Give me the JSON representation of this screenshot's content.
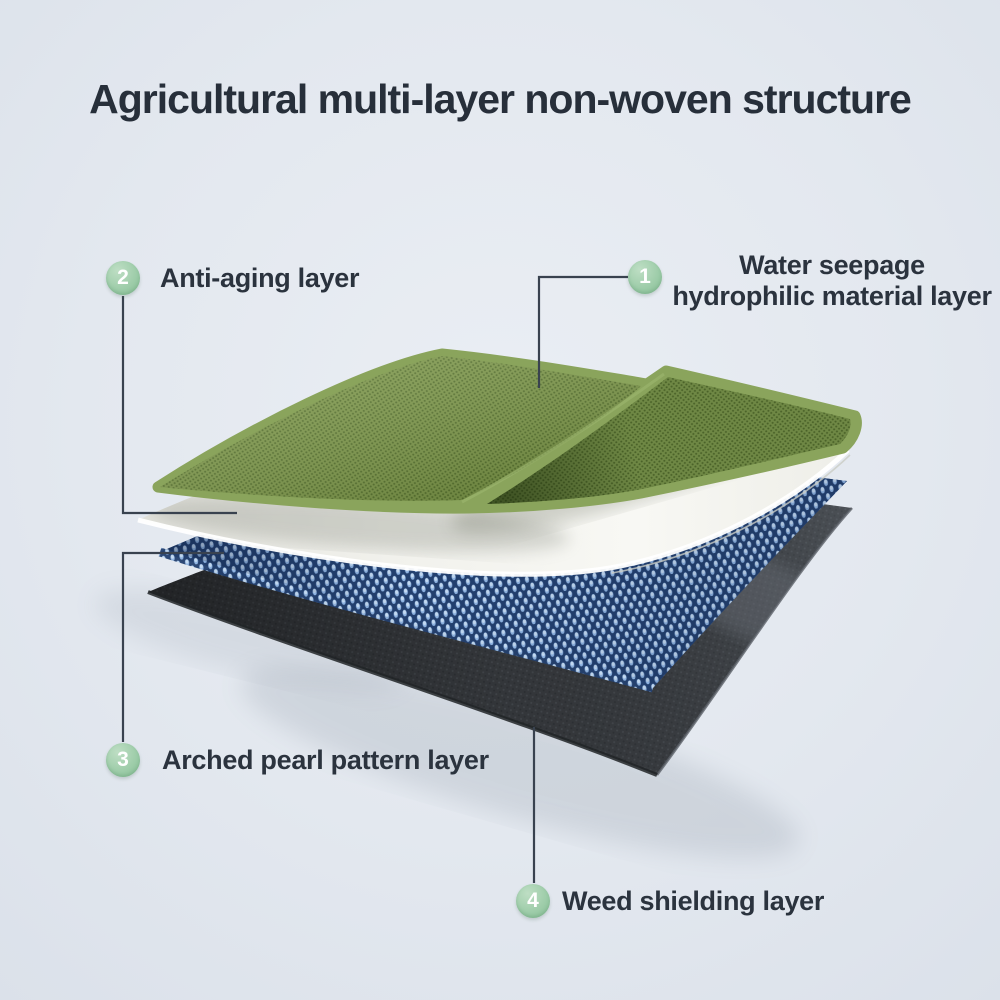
{
  "title": "Agricultural multi-layer non-woven structure",
  "callouts": [
    {
      "number": "1",
      "label": "Water seepage hydrophilic material layer",
      "lines": [
        "Water seepage",
        "hydrophilic material layer"
      ]
    },
    {
      "number": "2",
      "label": "Anti-aging layer"
    },
    {
      "number": "3",
      "label": "Arched pearl pattern layer"
    },
    {
      "number": "4",
      "label": "Weed shielding layer"
    }
  ],
  "layers": [
    {
      "name": "Water seepage hydrophilic material layer",
      "position": "top",
      "color": "#7f9950"
    },
    {
      "name": "Anti-aging layer",
      "position": "second",
      "color": "#f3f3ee"
    },
    {
      "name": "Arched pearl pattern layer",
      "position": "third",
      "color": "#7fa5d8"
    },
    {
      "name": "Weed shielding layer",
      "position": "bottom",
      "color": "#36393d"
    }
  ],
  "colors": {
    "background": "#e3e8ef",
    "title_text": "#272f3a",
    "label_text": "#2b333e",
    "badge_fill": "#9bcba7",
    "badge_text": "#ffffff",
    "connector": "#39424f"
  }
}
